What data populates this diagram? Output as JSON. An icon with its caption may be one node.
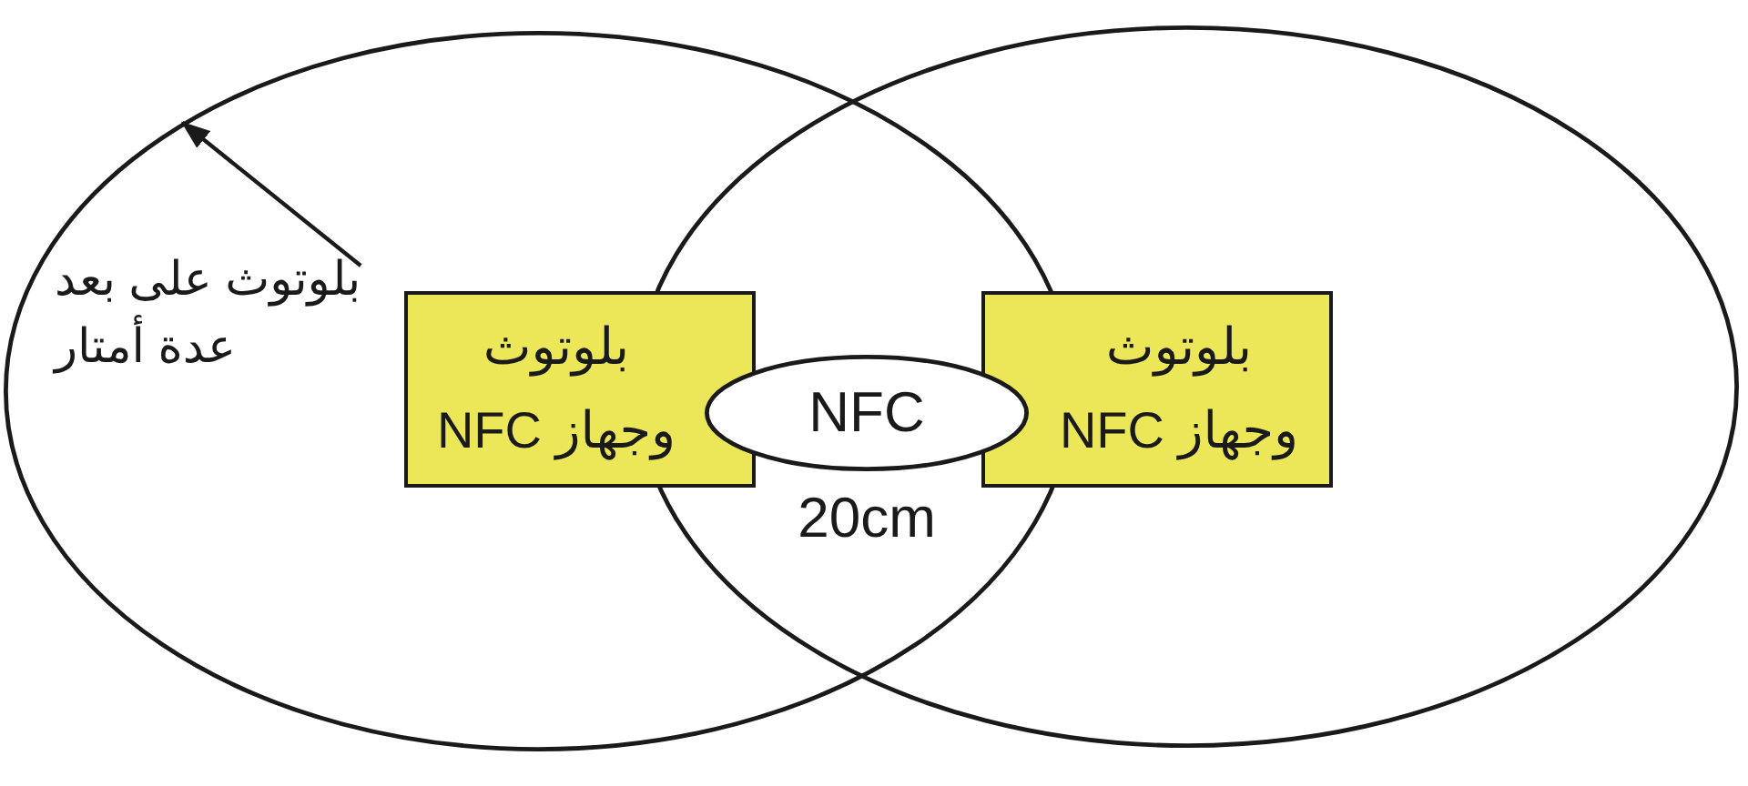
{
  "diagram": {
    "nodes": [
      {
        "text": [],
        "shape": "ellipse"
      },
      {
        "text": [],
        "shape": "ellipse"
      },
      {
        "text": [
          "بلوتوث على بعد عدة أمتار"
        ],
        "in": 0
      },
      {
        "text": [
          "بلوتوث وجهاز NFC"
        ],
        "in": 0
      },
      {
        "text": [
          "NFC"
        ],
        "beside": [
          "20cm"
        ]
      },
      {
        "text": [
          "بلوتوث وجهاز NFC"
        ],
        "in": 1
      }
    ],
    "edges": [
      {
        "from": 2,
        "to": 0,
        "arrow": "to"
      }
    ]
  }
}
